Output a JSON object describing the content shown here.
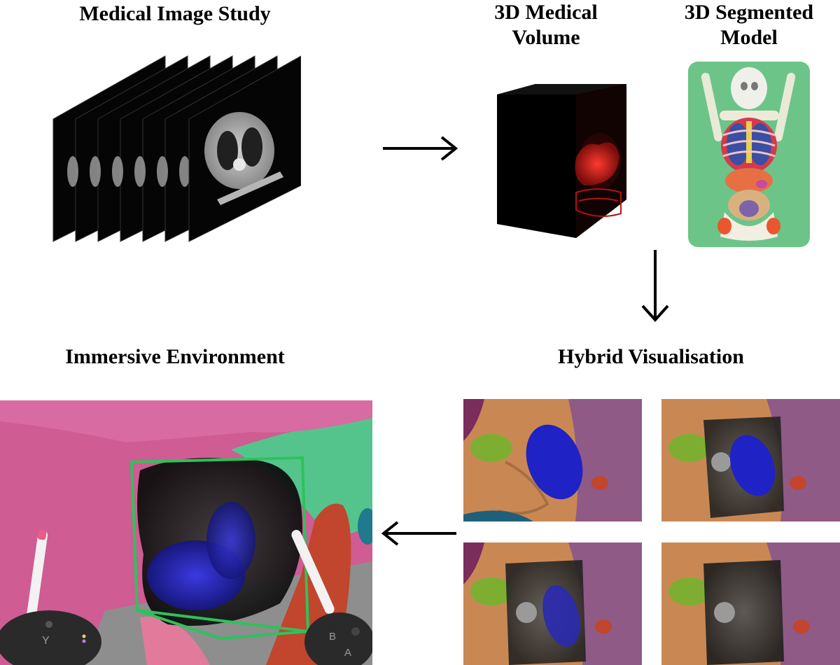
{
  "titles": {
    "medical_image_study": "Medical Image Study",
    "volume_line1": "3D Medical",
    "volume_line2": "Volume",
    "segmented_line1": "3D Segmented",
    "segmented_line2": "Model",
    "immersive_environment": "Immersive Environment",
    "hybrid_visualisation": "Hybrid Visualisation"
  },
  "controller_buttons": {
    "left": "Y",
    "right_b": "B",
    "right_a": "A"
  },
  "colors": {
    "volume_red": "#d0201c",
    "segmented_background": "#6cc488",
    "liver_pink": "#cf5c93",
    "tumour_blue": "#1f22c4",
    "bounding_box_green": "#2ec25a",
    "kidney_green": "#7dae32"
  }
}
